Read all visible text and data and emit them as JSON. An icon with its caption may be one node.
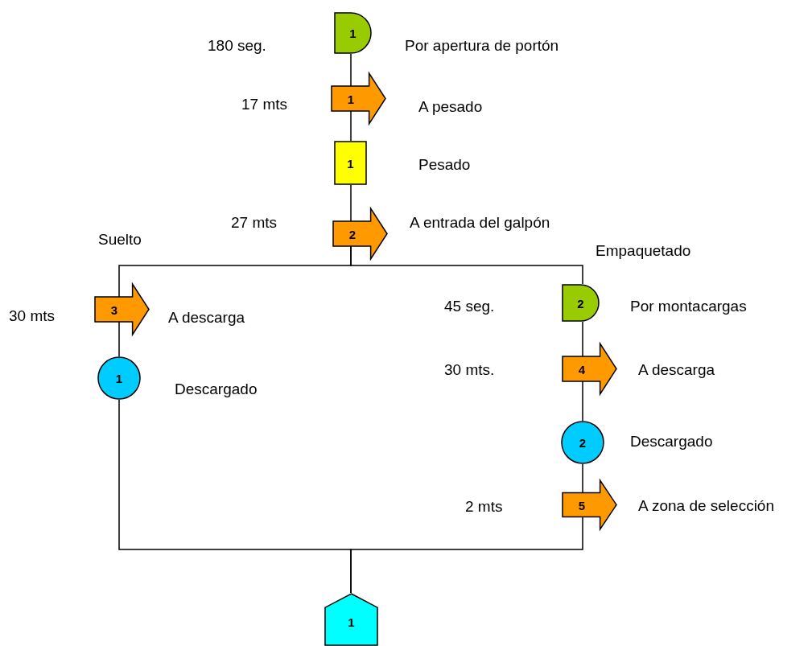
{
  "diagram": {
    "nodes": [
      {
        "text": [
          "1"
        ],
        "beside": [
          "Por apertura de portón"
        ]
      },
      {
        "text": [
          "1"
        ],
        "beside": [
          "17 mts",
          "A pesado"
        ]
      },
      {
        "text": [
          "1"
        ],
        "beside": [
          "Pesado"
        ]
      },
      {
        "text": [
          "2"
        ],
        "beside": [
          "27 mts",
          "A entrada del galpón"
        ]
      },
      {
        "text": [
          "3"
        ],
        "beside": [
          "30 mts",
          "A descarga"
        ]
      },
      {
        "text": [
          "1"
        ],
        "beside": [
          "Descargado"
        ]
      },
      {
        "text": [
          "2"
        ],
        "beside": [
          "Por montacargas"
        ]
      },
      {
        "text": [
          "4"
        ],
        "beside": [
          "A descarga"
        ]
      },
      {
        "text": [
          "2"
        ],
        "beside": [
          "Descargado"
        ]
      },
      {
        "text": [
          "5"
        ],
        "beside": [
          "2 mts",
          "A zona de selección"
        ]
      },
      {
        "text": [
          "1"
        ]
      }
    ],
    "edges": [
      {
        "from": 0,
        "to": 1,
        "arrow": "none"
      },
      {
        "from": 1,
        "to": 2,
        "arrow": "none"
      },
      {
        "from": 2,
        "to": 3,
        "arrow": "none"
      },
      {
        "from": 3,
        "to": 4,
        "arrow": "none"
      },
      {
        "from": 3,
        "to": 6,
        "arrow": "none"
      },
      {
        "from": 4,
        "to": 5,
        "arrow": "none"
      },
      {
        "from": 6,
        "to": 7,
        "arrow": "none"
      },
      {
        "from": 7,
        "to": 8,
        "arrow": "none"
      },
      {
        "from": 8,
        "to": 9,
        "arrow": "none"
      },
      {
        "from": 5,
        "to": 10,
        "arrow": "none"
      },
      {
        "from": 9,
        "to": 10,
        "arrow": "none"
      }
    ],
    "labels": [
      "180 seg.",
      "Suelto",
      "Empaquetado",
      "45 seg.",
      "30 mts."
    ]
  }
}
